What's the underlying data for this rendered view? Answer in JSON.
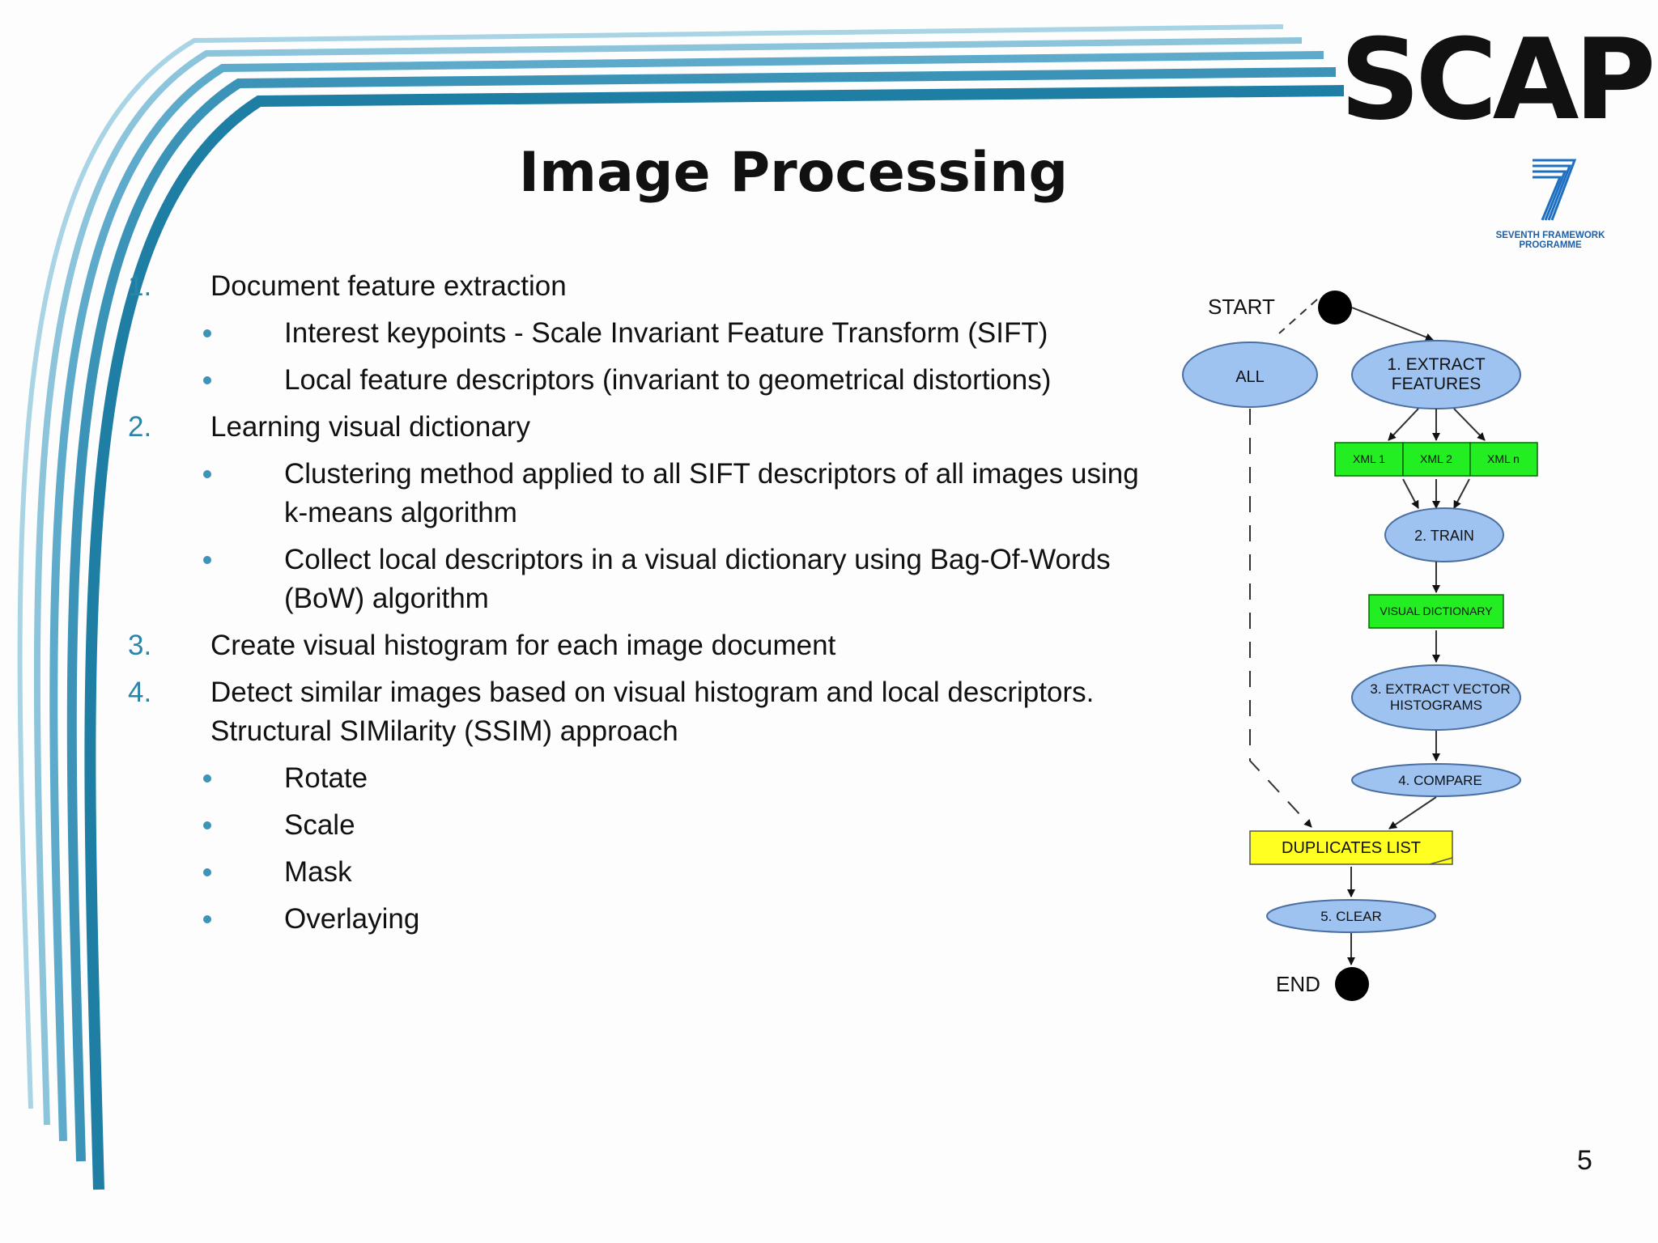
{
  "header": {
    "brand": "SCAPE",
    "logo_text_line1": "SEVENTH FRAMEWORK",
    "logo_text_line2": "PROGRAMME"
  },
  "title": "Image Processing",
  "items": [
    {
      "num": "1.",
      "text": "Document feature extraction",
      "subs": [
        "Interest keypoints - Scale Invariant Feature Transform (SIFT)",
        "Local feature descriptors (invariant to geometrical distortions)"
      ]
    },
    {
      "num": "2.",
      "text": "Learning visual dictionary",
      "subs": [
        "Clustering method applied to all SIFT descriptors of all images using k-means algorithm",
        "Collect local descriptors in a visual dictionary using Bag-Of-Words (BoW) algorithm"
      ]
    },
    {
      "num": "3.",
      "text": "Create visual histogram for each image document",
      "subs": []
    },
    {
      "num": "4.",
      "text": "Detect similar images based on visual histogram and local descriptors. Structural SIMilarity (SSIM) approach",
      "subs": [
        "Rotate",
        "Scale",
        "Mask",
        "Overlaying"
      ]
    }
  ],
  "flow": {
    "start": "START",
    "end": "END",
    "all": "ALL",
    "extract_l1": "1. EXTRACT",
    "extract_l2": "FEATURES",
    "xml1": "XML 1",
    "xml2": "XML 2",
    "xmln": "XML n",
    "train": "2. TRAIN",
    "visual_dictionary": "VISUAL DICTIONARY",
    "vector_l1": "3. EXTRACT VECTOR",
    "vector_l2": "HISTOGRAMS",
    "compare": "4. COMPARE",
    "duplicates": "DUPLICATES LIST",
    "clear": "5. CLEAR",
    "colors": {
      "ellipse": "#9ec3f0",
      "green": "#22ee22",
      "yellow": "#ffff22"
    }
  },
  "page_number": "5"
}
